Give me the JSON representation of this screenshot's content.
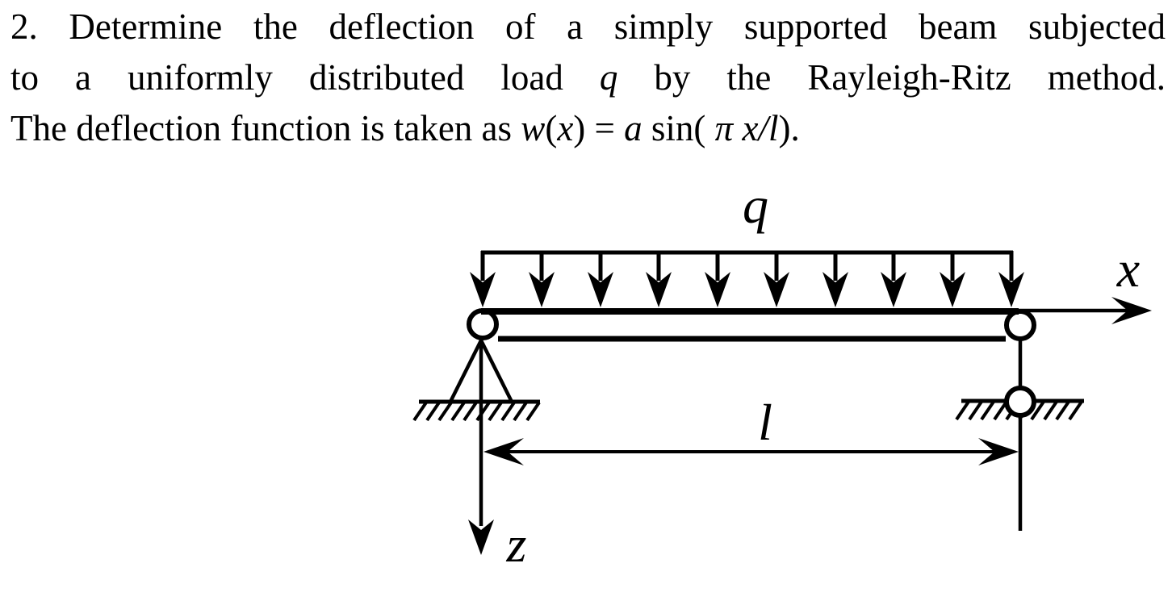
{
  "problem": {
    "lines": [
      {
        "segments": [
          {
            "text": "2. Determine the deflection of a simply supported beam subjected"
          }
        ]
      },
      {
        "segments": [
          {
            "text": "to a uniformly distributed load "
          },
          {
            "text": "q"
          },
          {
            "text": " by the Rayleigh-Ritz method."
          }
        ]
      },
      {
        "segments": [
          {
            "text": "The deflection function is taken as "
          },
          {
            "text": "w"
          },
          {
            "text": "("
          },
          {
            "text": "x"
          },
          {
            "text": ") = "
          },
          {
            "text": "a"
          },
          {
            "text": " sin( "
          },
          {
            "text": "π x/l"
          },
          {
            "text": ")."
          }
        ]
      }
    ]
  },
  "figure": {
    "load_label": "q",
    "x_axis_label": "x",
    "z_axis_label": "z",
    "span_label": "l",
    "load_arrow_count": 10,
    "ink_color": "#000000",
    "background_color": "#ffffff"
  }
}
